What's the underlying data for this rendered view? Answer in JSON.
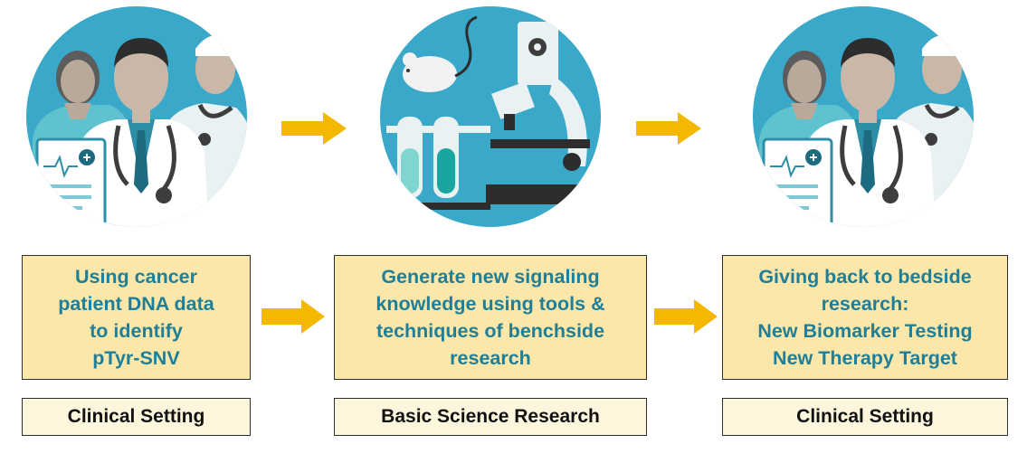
{
  "colors": {
    "box_fill": "#fbe7a9",
    "label_fill": "#fdf6dc",
    "text_teal": "#1f7f98",
    "arrow": "#f5b800",
    "circle_teal": "#3aa9c9"
  },
  "steps": [
    {
      "box_text": "Using cancer\npatient DNA data\nto identify\npTyr-SNV",
      "label": "Clinical Setting",
      "icon": "doctors-icon"
    },
    {
      "box_text": "Generate new signaling\nknowledge using tools &\ntechniques of benchside\nresearch",
      "label": "Basic Science Research",
      "icon": "lab-icon"
    },
    {
      "box_text": "Giving back to bedside\nresearch:\nNew Biomarker Testing\nNew Therapy Target",
      "label": "Clinical Setting",
      "icon": "doctors-icon"
    }
  ]
}
